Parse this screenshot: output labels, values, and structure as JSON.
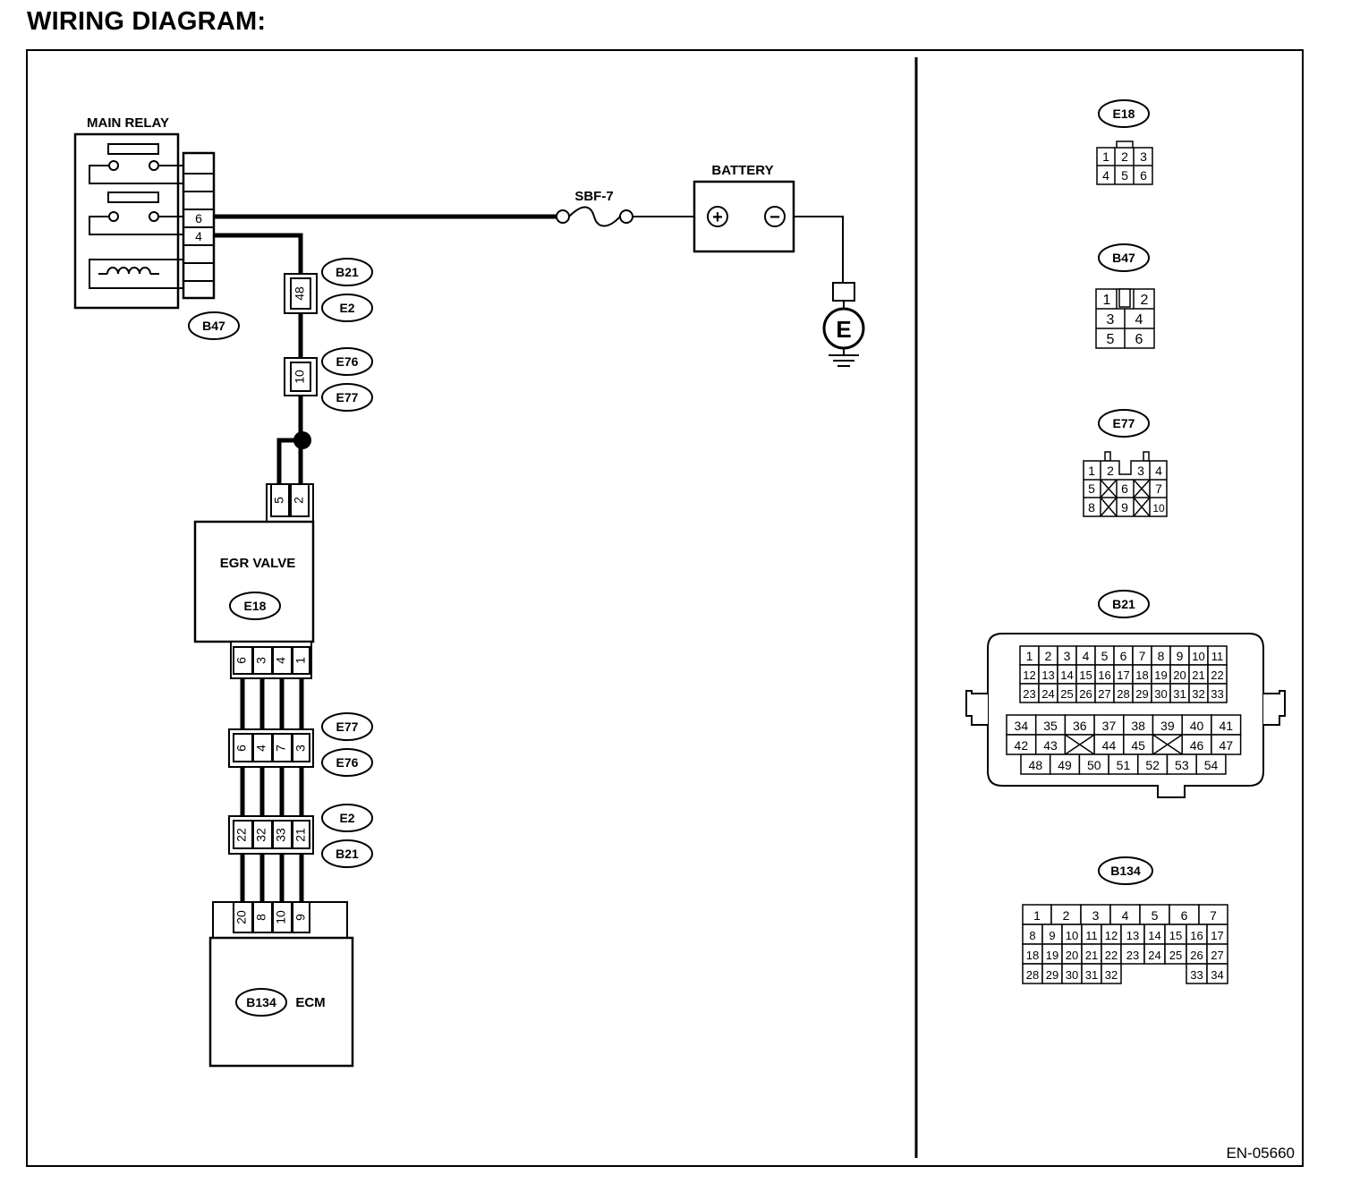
{
  "title": "WIRING DIAGRAM:",
  "doc_id": "EN-05660",
  "components": {
    "main_relay": "MAIN RELAY",
    "battery": "BATTERY",
    "fuse": "SBF-7",
    "egr_valve": "EGR VALVE",
    "ecm": "ECM",
    "ground": "E",
    "battery_plus": "+",
    "battery_minus": "−"
  },
  "connectors": {
    "relay": "B47",
    "egr": "E18",
    "ecm": "B134",
    "j1_top": "B21",
    "j1_bottom": "E2",
    "j2_top": "E76",
    "j2_bottom": "E77",
    "j3_top": "E77",
    "j3_bottom": "E76",
    "j4_top": "E2",
    "j4_bottom": "B21"
  },
  "pins": {
    "relay_6": "6",
    "relay_4": "4",
    "j1": "48",
    "j2": "10",
    "egr_top": [
      "5",
      "2"
    ],
    "egr_bottom": [
      "6",
      "3",
      "4",
      "1"
    ],
    "j3": [
      "6",
      "4",
      "7",
      "3"
    ],
    "j4": [
      "22",
      "32",
      "33",
      "21"
    ],
    "ecm": [
      "20",
      "8",
      "10",
      "9"
    ]
  },
  "views": {
    "e18": {
      "label": "E18",
      "rows": [
        [
          "1",
          "2",
          "3"
        ],
        [
          "4",
          "5",
          "6"
        ]
      ]
    },
    "b47": {
      "label": "B47",
      "rows": [
        [
          "1",
          "",
          "2"
        ],
        [
          "3",
          "4"
        ],
        [
          "5",
          "6"
        ]
      ]
    },
    "e77": {
      "label": "E77",
      "rows": [
        [
          "1",
          "2",
          "",
          "3",
          "4"
        ],
        [
          "5",
          "",
          "6",
          "",
          "7"
        ],
        [
          "8",
          "",
          "9",
          "",
          "10"
        ]
      ]
    },
    "b21": {
      "label": "B21",
      "upper": [
        [
          "1",
          "2",
          "3",
          "4",
          "5",
          "6",
          "7",
          "8",
          "9",
          "10",
          "11"
        ],
        [
          "12",
          "13",
          "14",
          "15",
          "16",
          "17",
          "18",
          "19",
          "20",
          "21",
          "22"
        ],
        [
          "23",
          "24",
          "25",
          "26",
          "27",
          "28",
          "29",
          "30",
          "31",
          "32",
          "33"
        ]
      ],
      "lower": [
        [
          "34",
          "35",
          "36",
          "37",
          "38",
          "39",
          "40",
          "41"
        ],
        [
          "42",
          "43",
          "",
          "44",
          "45",
          "",
          "46",
          "47"
        ],
        [
          "48",
          "49",
          "50",
          "51",
          "52",
          "53",
          "54"
        ]
      ]
    },
    "b134": {
      "label": "B134",
      "rows": [
        [
          "1",
          "2",
          "3",
          "4",
          "5",
          "6",
          "7"
        ],
        [
          "8",
          "9",
          "10",
          "11",
          "12",
          "13",
          "14",
          "15",
          "16",
          "17"
        ],
        [
          "18",
          "19",
          "20",
          "21",
          "22",
          "23",
          "24",
          "25",
          "26",
          "27"
        ],
        [
          "28",
          "29",
          "30",
          "31",
          "32",
          "33",
          "34"
        ]
      ]
    }
  }
}
